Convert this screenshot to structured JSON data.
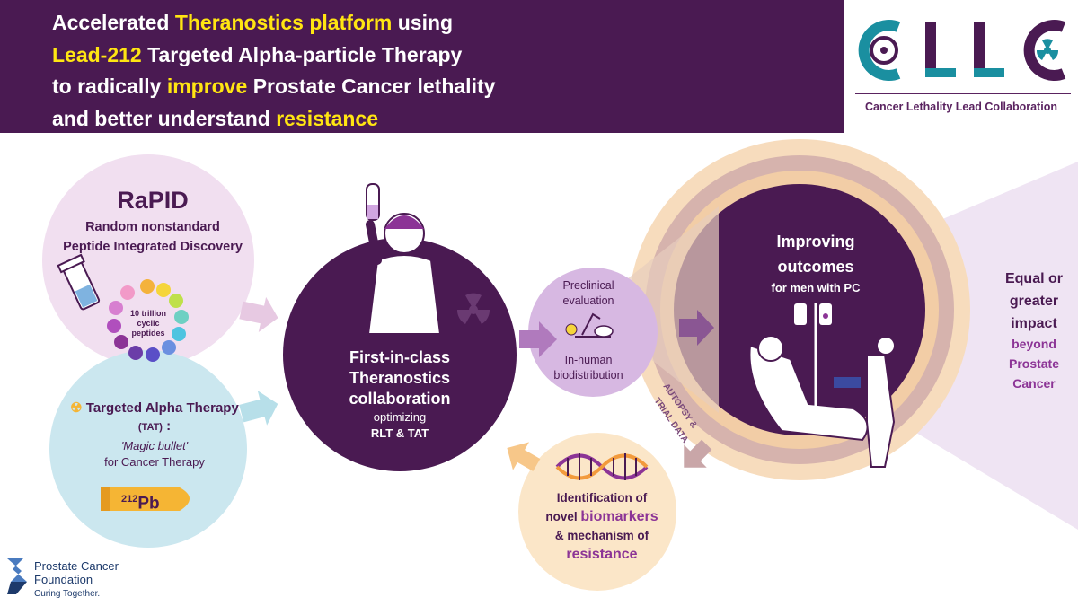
{
  "header": {
    "line1": {
      "a": "Accelerated ",
      "b": "Theranostics platform",
      "c": " using"
    },
    "line2": {
      "a": "Lead-212",
      "b": " Targeted Alpha-particle Therapy"
    },
    "line3": {
      "a": "to radically ",
      "b": "improve",
      "c": " Prostate Cancer lethality"
    },
    "line4": {
      "a": "and better understand ",
      "b": "resistance"
    }
  },
  "logo": {
    "caption": "Cancer Lethality Lead Collaboration",
    "icon": "clc-logo-icon"
  },
  "rapid": {
    "title": "RaPID",
    "subtitle": "Random nonstandard Peptide Integrated Discovery",
    "peptides": "10 trillion cyclic peptides"
  },
  "tat": {
    "title": "Targeted Alpha Therapy",
    "abbr": "(TAT)",
    "colon": " :",
    "magic": "'Magic bullet'",
    "for_cancer": "for Cancer Therapy",
    "isotope_mass": "212",
    "isotope_symbol": "Pb",
    "icon": "radiation-icon"
  },
  "center": {
    "title": "First-in-class Theranostics collaboration",
    "optimizing": "optimizing",
    "rlt": "RLT & TAT"
  },
  "preclinical": {
    "label": "Preclinical evaluation",
    "in_human": "In-human biodistribution"
  },
  "outcomes": {
    "title": "Improving outcomes",
    "sub": "for men with PC"
  },
  "impact": {
    "text": "Equal or greater impact",
    "beyond": "beyond Prostate Cancer"
  },
  "autopsy": {
    "line1": "AUTOPSY &",
    "line2": "TRIAL DATA"
  },
  "resistance": {
    "l1": "Identification of",
    "l2a": "novel ",
    "l2b": "biomarkers",
    "l3": "& mechanism of",
    "l4": "resistance"
  },
  "footer": {
    "org_line1": "Prostate Cancer",
    "org_line2": "Foundation",
    "tagline": "Curing Together."
  },
  "colors": {
    "purple_dark": "#4a1a52",
    "purple_mid": "#8c3496",
    "yellow": "#ffe512",
    "peach": "#f7d9b5",
    "lavender": "#d9b8e3",
    "light_blue": "#c7e6ee"
  }
}
